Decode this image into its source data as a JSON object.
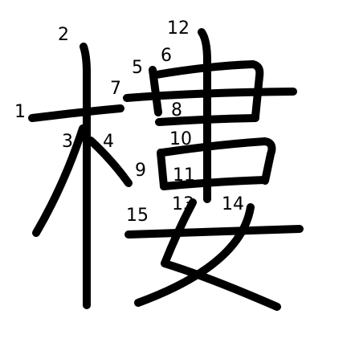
{
  "character": "樓",
  "colors": {
    "background": "#ffffff",
    "stroke": "#000000",
    "label": "#000000"
  },
  "stroke_numbers": [
    "1",
    "2",
    "3",
    "4",
    "5",
    "6",
    "7",
    "8",
    "9",
    "10",
    "11",
    "12",
    "13",
    "14",
    "15"
  ]
}
